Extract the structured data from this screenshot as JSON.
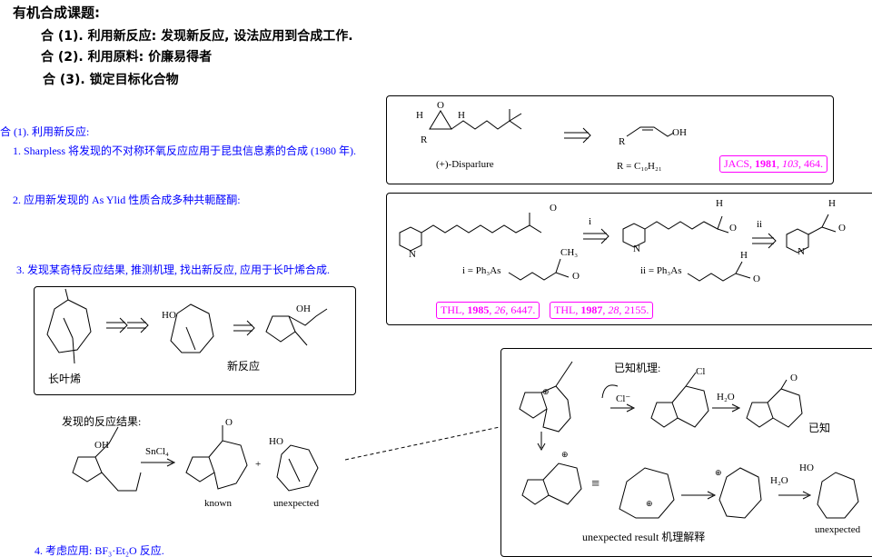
{
  "header": {
    "title": "有机合成课题:",
    "items": [
      "合 (1). 利用新反应:  发现新反应, 设法应用到合成工作.",
      "合 (2). 利用原料:  价廉易得者",
      "合 (3). 锁定目标化合物"
    ]
  },
  "left": {
    "section": "合 (1).  利用新反应:",
    "item1": "1.  Sharpless 将发现的不对称环氧反应应用于昆虫信息素的合成 (1980 年).",
    "item2": "2.  应用新发现的 As Ylid 性质合成多种共軛醛酮:",
    "item3": "3.  发现某奇特反应结果, 推测机理, 找出新反应, 应用于长叶烯合成.",
    "item4": "4.  考虑应用:  BF₃·Et₂O 反应."
  },
  "box1": {
    "H_left": "H",
    "O": "O",
    "H_right": "H",
    "R": "R",
    "name": "(+)-Disparlure",
    "R2": "R",
    "OH": "OH",
    "r_def": "R = C₁₀H₂₁",
    "ref": {
      "journal": "JACS, ",
      "year": "1981",
      "vol": "103",
      "page": ", 464."
    }
  },
  "box2": {
    "O1": "O",
    "i": "i",
    "N1": "N",
    "H1": "H",
    "O2": "O",
    "N2": "N",
    "ii": "ii",
    "H2": "H",
    "O3": "O",
    "N3": "N",
    "reagent_i": "i = Ph₃As",
    "CH3": "CH₃",
    "O4": "O",
    "reagent_ii": "ii = Ph₃As",
    "H3": "H",
    "O5": "O",
    "refs": [
      {
        "journal": "THL, ",
        "year": "1985",
        "vol": "26",
        "page": ", 6447."
      },
      {
        "journal": "THL, ",
        "year": "1987",
        "vol": "28",
        "page": ", 2155."
      }
    ]
  },
  "box3": {
    "longifolene": "长叶烯",
    "HO": "HO",
    "new_reaction": "新反应",
    "OH": "OH"
  },
  "reaction": {
    "title": "发现的反应结果:",
    "OH": "OH",
    "reagent": "SnCl₄",
    "O": "O",
    "known": "known",
    "plus": "+",
    "HO": "HO",
    "unexpected": "unexpected"
  },
  "box4": {
    "known_mech": "已知机理:",
    "Cl": "Cl",
    "Cl_minus": "Cl⁻",
    "H2O_1": "H₂O",
    "O": "O",
    "known": "已知",
    "explain": "unexpected result 机理解释",
    "H2O_2": "H₂O",
    "HO": "HO",
    "unexpected": "unexpected",
    "plus1": "⊕",
    "plus2": "⊕",
    "plus3": "⊕",
    "plus4": "⊕",
    "equiv": "≡"
  }
}
